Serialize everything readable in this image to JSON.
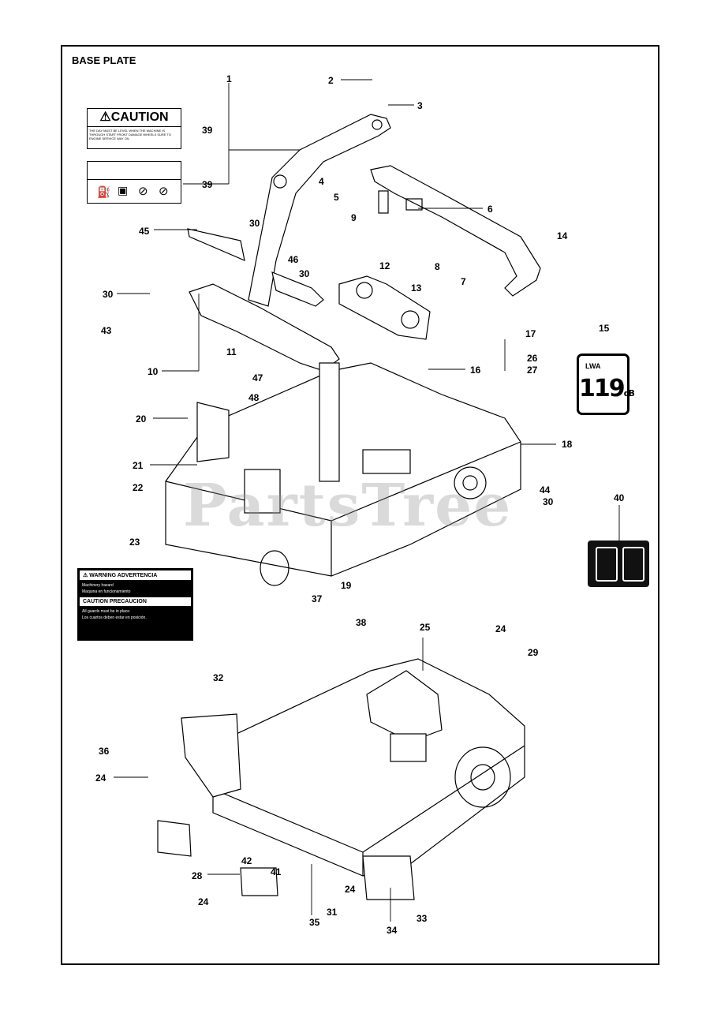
{
  "diagram": {
    "title": "BASE PLATE",
    "watermark": "PartsTree",
    "caution_label": {
      "heading": "⚠CAUTION",
      "body": "THE DAY MUST BE LEVEL WHEN THE MACHINE IS THROUGH START FRONT DAMAGE WHEELS SURE TO ENGINE SERVICE WAY OIL"
    },
    "warning_label": {
      "warning": "WARNING",
      "advertencia": "ADVERTENCIA",
      "line1": "Machinery hazard",
      "line2": "Maquina en funcionamiento",
      "caution": "CAUTION",
      "precaucion": "PRECAUCION",
      "line3": "All guards must be in place.",
      "line4": "Los cuartos deben estar en posición."
    },
    "noise_label": {
      "prefix": "LWA",
      "value": "119",
      "unit": "dB"
    },
    "callouts": [
      {
        "id": "c1",
        "text": "1"
      },
      {
        "id": "c2",
        "text": "2"
      },
      {
        "id": "c3",
        "text": "3"
      },
      {
        "id": "c4",
        "text": "4"
      },
      {
        "id": "c5",
        "text": "5"
      },
      {
        "id": "c6",
        "text": "6"
      },
      {
        "id": "c7",
        "text": "7"
      },
      {
        "id": "c8",
        "text": "8"
      },
      {
        "id": "c9",
        "text": "9"
      },
      {
        "id": "c10",
        "text": "10"
      },
      {
        "id": "c11",
        "text": "11"
      },
      {
        "id": "c12",
        "text": "12"
      },
      {
        "id": "c13",
        "text": "13"
      },
      {
        "id": "c14",
        "text": "14"
      },
      {
        "id": "c15",
        "text": "15"
      },
      {
        "id": "c16",
        "text": "16"
      },
      {
        "id": "c17",
        "text": "17"
      },
      {
        "id": "c18",
        "text": "18"
      },
      {
        "id": "c19",
        "text": "19"
      },
      {
        "id": "c20",
        "text": "20"
      },
      {
        "id": "c21",
        "text": "21"
      },
      {
        "id": "c22",
        "text": "22"
      },
      {
        "id": "c23",
        "text": "23"
      },
      {
        "id": "c24a",
        "text": "24"
      },
      {
        "id": "c24b",
        "text": "24"
      },
      {
        "id": "c24c",
        "text": "24"
      },
      {
        "id": "c24d",
        "text": "24"
      },
      {
        "id": "c25",
        "text": "25"
      },
      {
        "id": "c26",
        "text": "26"
      },
      {
        "id": "c27",
        "text": "27"
      },
      {
        "id": "c28",
        "text": "28"
      },
      {
        "id": "c29",
        "text": "29"
      },
      {
        "id": "c30a",
        "text": "30"
      },
      {
        "id": "c30b",
        "text": "30"
      },
      {
        "id": "c30c",
        "text": "30"
      },
      {
        "id": "c30d",
        "text": "30"
      },
      {
        "id": "c31",
        "text": "31"
      },
      {
        "id": "c32",
        "text": "32"
      },
      {
        "id": "c33",
        "text": "33"
      },
      {
        "id": "c34",
        "text": "34"
      },
      {
        "id": "c35",
        "text": "35"
      },
      {
        "id": "c36",
        "text": "36"
      },
      {
        "id": "c37",
        "text": "37"
      },
      {
        "id": "c38",
        "text": "38"
      },
      {
        "id": "c39a",
        "text": "39"
      },
      {
        "id": "c39b",
        "text": "39"
      },
      {
        "id": "c40",
        "text": "40"
      },
      {
        "id": "c41",
        "text": "41"
      },
      {
        "id": "c42",
        "text": "42"
      },
      {
        "id": "c43",
        "text": "43"
      },
      {
        "id": "c44",
        "text": "44"
      },
      {
        "id": "c45",
        "text": "45"
      },
      {
        "id": "c46",
        "text": "46"
      },
      {
        "id": "c47",
        "text": "47"
      },
      {
        "id": "c48",
        "text": "48"
      }
    ]
  }
}
